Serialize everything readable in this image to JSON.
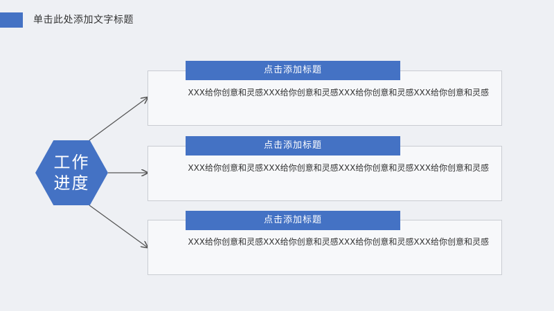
{
  "header": {
    "title": "单击此处添加文字标题"
  },
  "center": {
    "line1": "工作",
    "line2": "进度"
  },
  "cards": [
    {
      "title": "点击添加标题",
      "body": "XXX给你创意和灵感XXX给你创意和灵感XXX给你创意和灵感XXX给你创意和灵感"
    },
    {
      "title": "点击添加标题",
      "body": "XXX给你创意和灵感XXX给你创意和灵感XXX给你创意和灵感XXX给你创意和灵感"
    },
    {
      "title": "点击添加标题",
      "body": "XXX给你创意和灵感XXX给你创意和灵感XXX给你创意和灵感XXX给你创意和灵感"
    }
  ],
  "colors": {
    "accent": "#4472c4",
    "background": "#eef0f4",
    "card_border": "#c9ccd2",
    "text": "#333333"
  }
}
